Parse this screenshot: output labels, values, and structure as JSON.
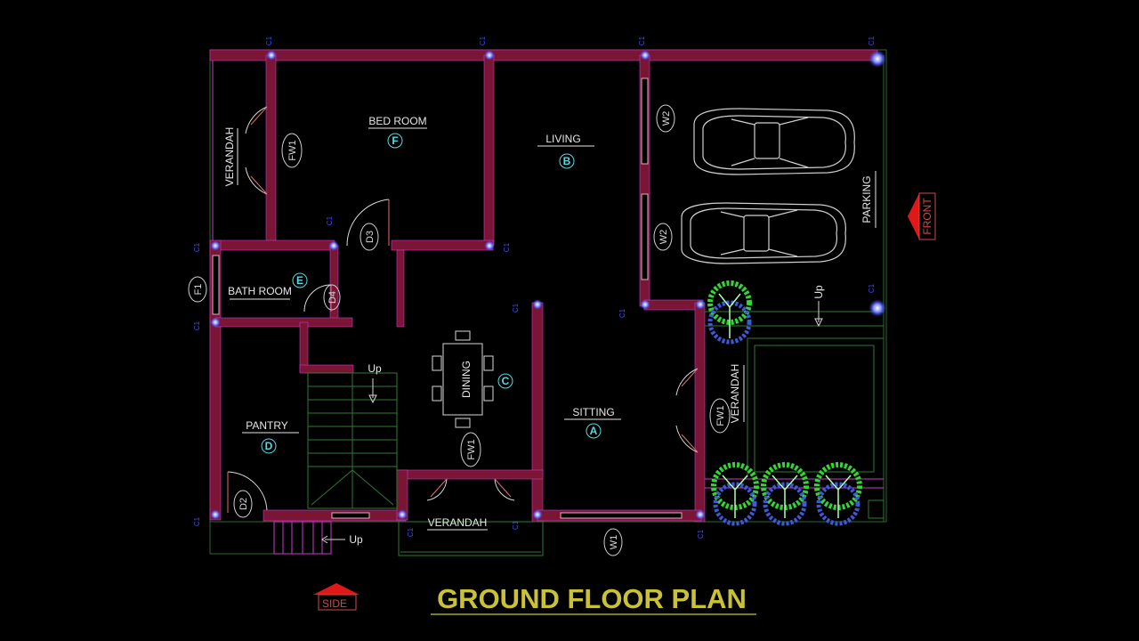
{
  "title": "GROUND FLOOR PLAN",
  "rooms": {
    "bedroom": {
      "name": "BED ROOM",
      "tag": "F"
    },
    "living": {
      "name": "LIVING",
      "tag": "B"
    },
    "bath": {
      "name": "BATH ROOM",
      "tag": "E"
    },
    "dining": {
      "name": "DINING",
      "tag": "C"
    },
    "sitting": {
      "name": "SITTING",
      "tag": "A"
    },
    "pantry": {
      "name": "PANTRY",
      "tag": "D"
    },
    "verandah_left": {
      "name": "VERANDAH"
    },
    "verandah_bottom": {
      "name": "VERANDAH"
    },
    "verandah_right": {
      "name": "VERANDAH"
    },
    "parking": {
      "name": "PARKING"
    }
  },
  "openings": {
    "fw1_a": "FW1",
    "fw1_b": "FW1",
    "fw1_c": "FW1",
    "w2_a": "W2",
    "w2_b": "W2",
    "d3": "D3",
    "d4": "D4",
    "d2": "D2",
    "f1": "F1",
    "w1": "W1"
  },
  "stairs": {
    "up_main": "Up",
    "up_bottom": "Up",
    "up_right": "Up"
  },
  "column_marker": "C1",
  "directions": {
    "front": "FRONT",
    "side": "SIDE"
  },
  "colors": {
    "wall": "#7a1535",
    "outline": "#c83cc8",
    "column": "#3b4cff",
    "tag": "#5ad8e0",
    "title": "#c9c236",
    "arrow": "#e01818",
    "tree_top": "#33d633",
    "tree_bottom": "#3b5bd9"
  }
}
